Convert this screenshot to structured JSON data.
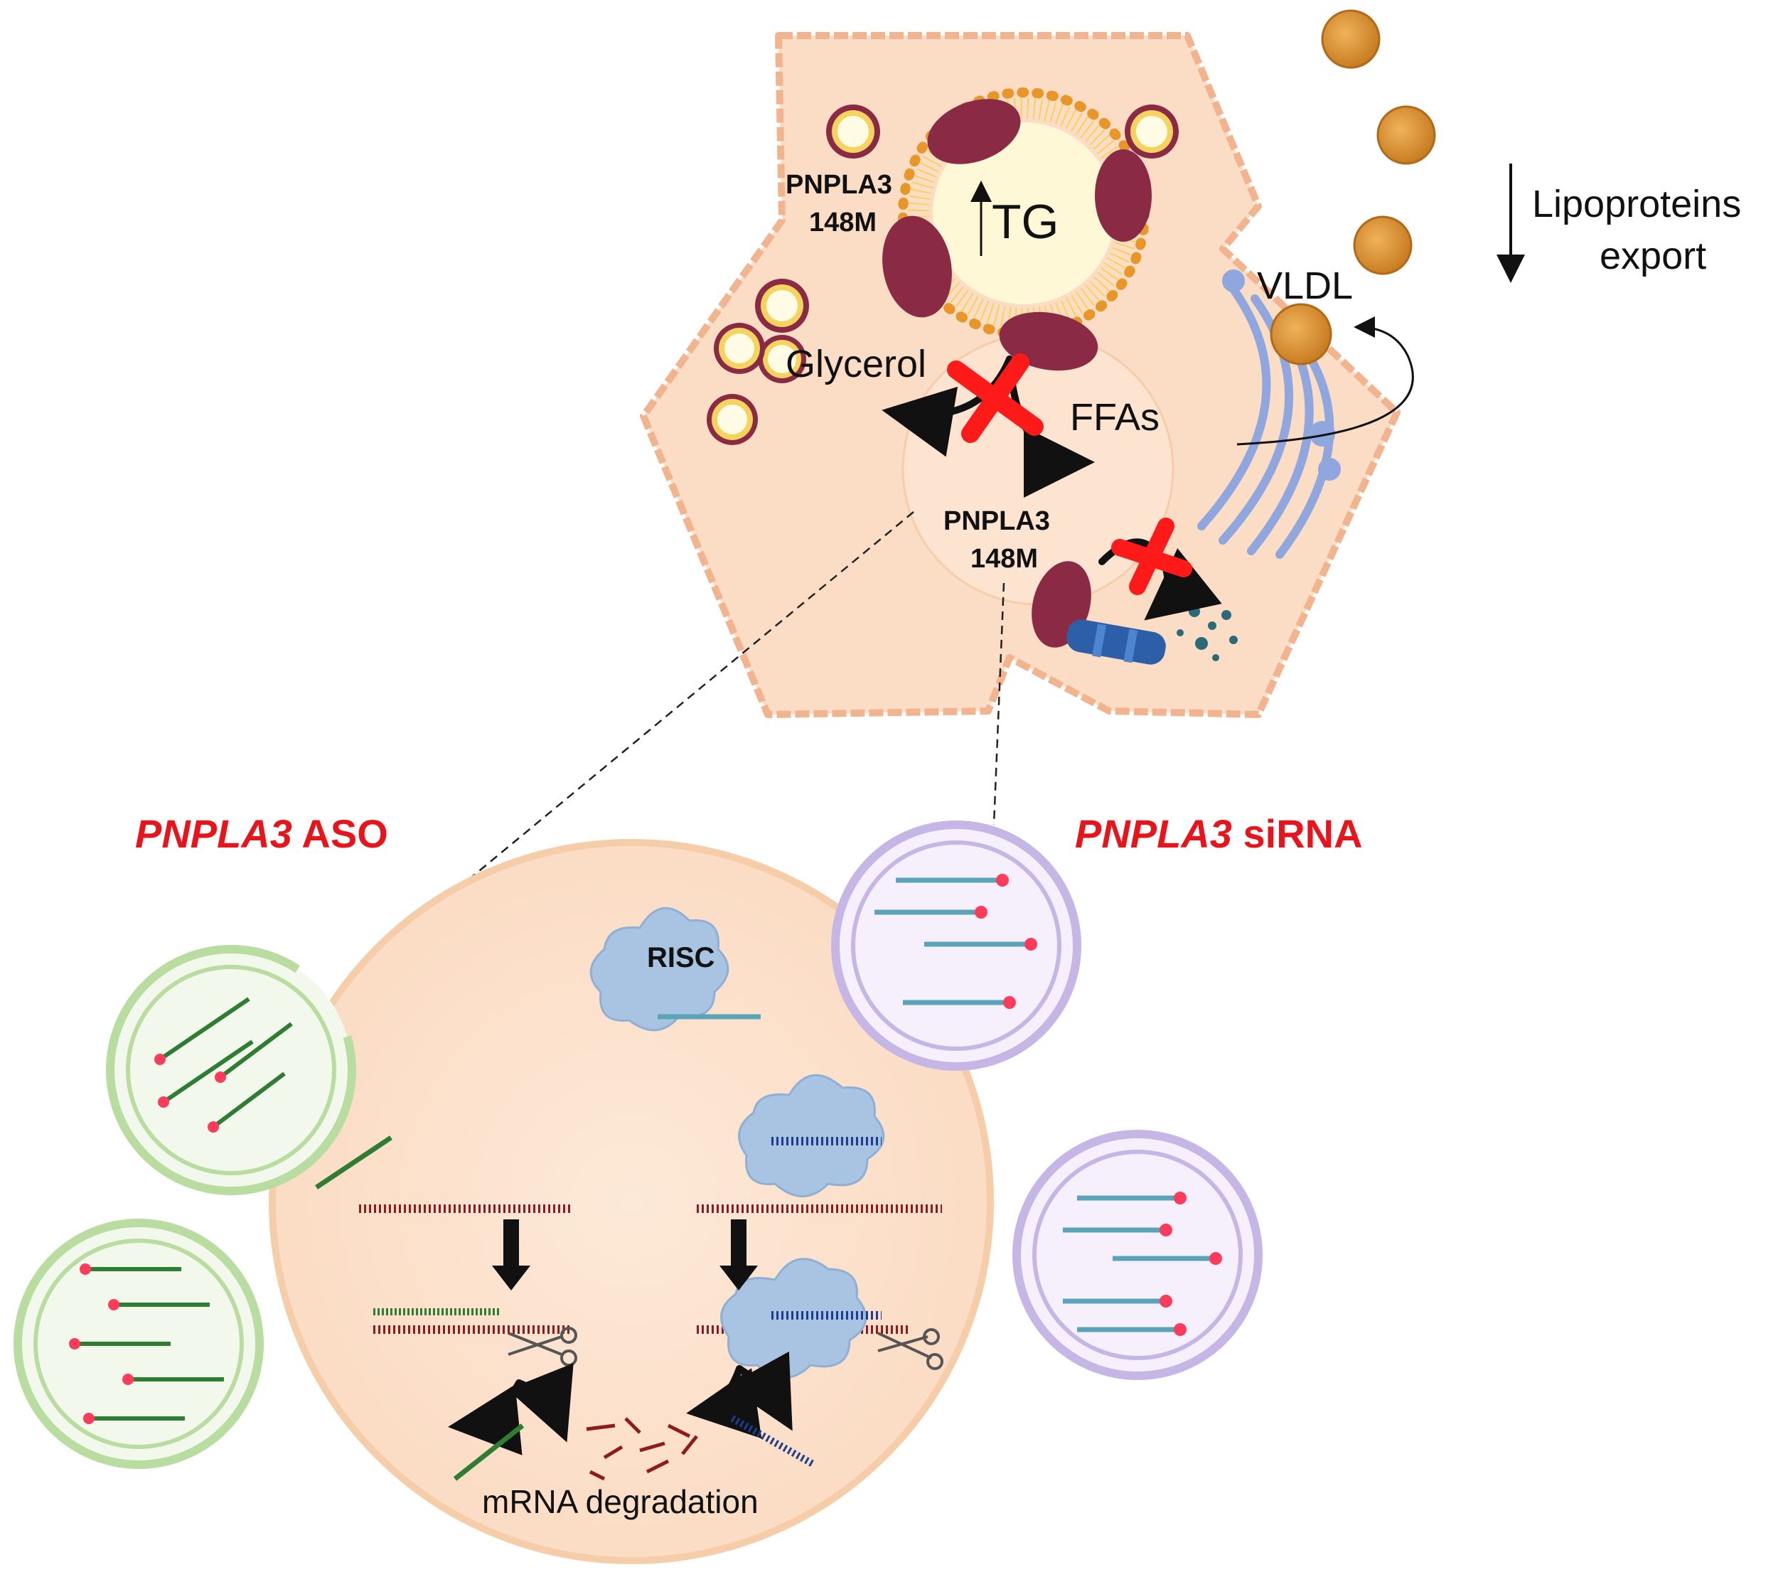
{
  "labels": {
    "pnpla3_top": "PNPLA3",
    "variant_top": "148M",
    "tg": "TG",
    "glycerol": "Glycerol",
    "ffas": "FFAs",
    "vldl": "VLDL",
    "lipo_line1": "Lipoproteins",
    "lipo_line2": "export",
    "pnpla3_mid": "PNPLA3",
    "variant_mid": "148M",
    "aso_gene": "PNPLA3",
    "aso_suffix": " ASO",
    "sirna_gene": "PNPLA3",
    "sirna_suffix": " siRNA",
    "risc": "RISC",
    "degradation": "mRNA degradation"
  },
  "colors": {
    "cell_fill": "#fbdcc4",
    "cell_stroke": "#f2b48e",
    "pnpla3_protein": "#8b2a45",
    "lipid_yellow": "#f4d35e",
    "lipid_orange": "#e8962a",
    "golgi": "#8fa6df",
    "aso_green": "#2e7d32",
    "aso_vesicle": "#b9dca0",
    "sirna_vesicle": "#c6b6e6",
    "sirna_strand": "#5aa3b8",
    "mrna_red": "#8e1b22",
    "risc_blue": "#a9c4e2",
    "inhibit_red": "#ff1a1a",
    "title_red": "#e8141c"
  },
  "icons": [
    "lipid-droplet-icon",
    "vldl-particle-icon",
    "golgi-icon",
    "proteasome-icon",
    "scissors-icon",
    "risc-complex-icon",
    "inhibition-cross-icon"
  ]
}
